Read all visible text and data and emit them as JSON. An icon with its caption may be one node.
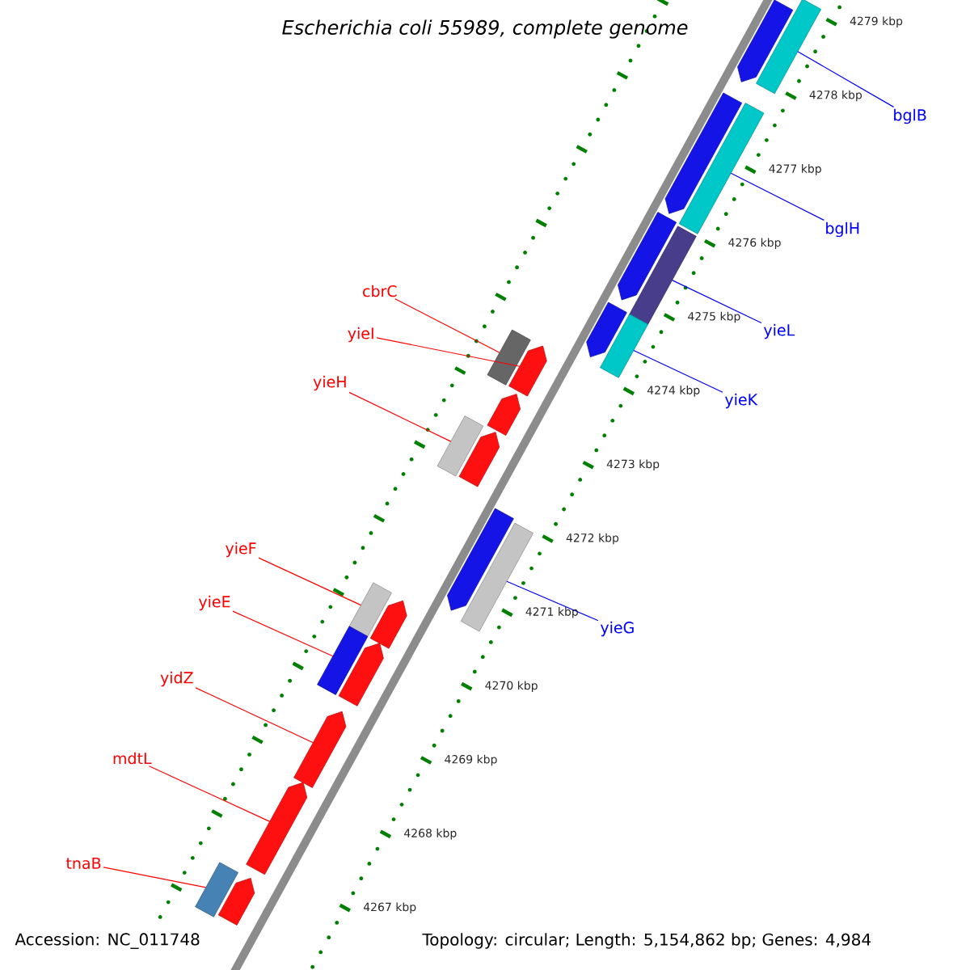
{
  "diagram": {
    "title": "Escherichia coli 55989, complete genome",
    "nodes": [
      {
        "text": [
          "cbrC"
        ]
      },
      {
        "text": [
          "yieI"
        ]
      },
      {
        "text": [
          "yieH"
        ]
      },
      {
        "text": [
          "yieF"
        ]
      },
      {
        "text": [
          "yieE"
        ]
      },
      {
        "text": [
          "yidZ"
        ]
      },
      {
        "text": [
          "mdtL"
        ]
      },
      {
        "text": [
          "tnaB"
        ]
      },
      {
        "text": [
          "bglB"
        ]
      },
      {
        "text": [
          "bglH"
        ]
      },
      {
        "text": [
          "yieL"
        ]
      },
      {
        "text": [
          "yieK"
        ]
      },
      {
        "text": [
          "yieG"
        ]
      },
      {
        "text": [],
        "shape": "pentagon"
      },
      {
        "text": [],
        "shape": "bar"
      },
      {
        "text": [],
        "shape": "pentagon"
      },
      {
        "text": [],
        "shape": "bar"
      },
      {
        "text": [],
        "shape": "pentagon"
      },
      {
        "text": [],
        "shape": "bar"
      },
      {
        "text": [],
        "shape": "pentagon"
      },
      {
        "text": [],
        "shape": "bar"
      },
      {
        "text": [],
        "shape": "bar"
      },
      {
        "text": [],
        "shape": "pentagon"
      },
      {
        "text": [],
        "shape": "pentagon"
      },
      {
        "text": [],
        "shape": "bar"
      },
      {
        "text": [],
        "shape": "pentagon"
      },
      {
        "text": [],
        "shape": "pentagon"
      },
      {
        "text": [],
        "shape": "bar"
      },
      {
        "text": [],
        "shape": "bar"
      },
      {
        "text": [],
        "shape": "pentagon"
      },
      {
        "text": [],
        "shape": "bar"
      },
      {
        "text": [],
        "shape": "pentagon"
      },
      {
        "text": [],
        "shape": "pentagon"
      },
      {
        "text": [],
        "shape": "pentagon"
      },
      {
        "text": [],
        "shape": "bar"
      },
      {
        "text": [],
        "shape": "pentagon"
      }
    ],
    "edges": [
      {
        "from": 0,
        "to": 21,
        "arrow": "none"
      },
      {
        "from": 1,
        "to": 22,
        "arrow": "none"
      },
      {
        "from": 2,
        "to": 24,
        "arrow": "none"
      },
      {
        "from": 3,
        "to": 28,
        "arrow": "none"
      },
      {
        "from": 4,
        "to": 30,
        "arrow": "none"
      },
      {
        "from": 5,
        "to": 32,
        "arrow": "none"
      },
      {
        "from": 6,
        "to": 33,
        "arrow": "none"
      },
      {
        "from": 7,
        "to": 34,
        "arrow": "none"
      },
      {
        "from": 8,
        "to": 14,
        "arrow": "none",
        "color": "#0000ff"
      },
      {
        "from": 9,
        "to": 16,
        "arrow": "none",
        "color": "#0000ff"
      },
      {
        "from": 10,
        "to": 18,
        "arrow": "none",
        "color": "#0000ff"
      },
      {
        "from": 11,
        "to": 20,
        "arrow": "none",
        "color": "#0000ff"
      },
      {
        "from": 12,
        "to": 27,
        "arrow": "none",
        "color": "#0000ff"
      }
    ],
    "labels": [
      "4279 kbp",
      "4278 kbp",
      "4277 kbp",
      "4276 kbp",
      "4275 kbp",
      "4274 kbp",
      "4273 kbp",
      "4272 kbp",
      "4271 kbp",
      "4270 kbp",
      "4269 kbp",
      "4268 kbp",
      "4267 kbp",
      "Accession: NC_011748",
      "Topology: circular; Length: 5,154,862 bp; Genes: 4,984"
    ]
  }
}
